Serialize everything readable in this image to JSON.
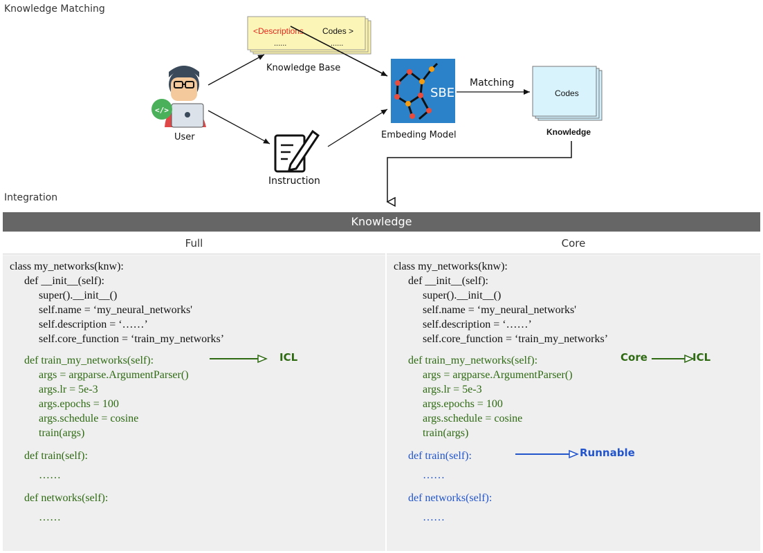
{
  "sections": {
    "matching_title": "Knowledge Matching",
    "integration_title": "Integration"
  },
  "diagram": {
    "kb_descriptions": "<Descriptions",
    "kb_codes": "Codes >",
    "kb_dots_left": "......",
    "kb_dots_right": "......",
    "kb_label": "Knowledge Base",
    "user_label": "User",
    "instruction_label": "Instruction",
    "model_text": "SBE",
    "model_label": "Embeding Model",
    "matching_label": "Matching",
    "codes_label": "Codes",
    "knowledge_label": "Knowledge"
  },
  "table": {
    "header": "Knowledge",
    "columns": [
      {
        "title": "Full",
        "lines": [
          {
            "text": "class my_networks(knw):",
            "style": "black",
            "indent": 0
          },
          {
            "text": "def __init__(self):",
            "style": "black",
            "indent": 1
          },
          {
            "text": "super().__init__()",
            "style": "black",
            "indent": 2
          },
          {
            "text": "self.name = ‘my_neural_networks'",
            "style": "black",
            "indent": 2
          },
          {
            "text": "self.description = ‘……’",
            "style": "black",
            "indent": 2
          },
          {
            "text": "self.core_function = ‘train_my_networks’",
            "style": "black",
            "indent": 2
          },
          {
            "text": "def train_my_networks(self):",
            "style": "green",
            "indent": 1
          },
          {
            "text": "args = argparse.ArgumentParser()",
            "style": "green",
            "indent": 2
          },
          {
            "text": "args.lr = 5e-3",
            "style": "green",
            "indent": 2
          },
          {
            "text": "args.epochs = 100",
            "style": "green",
            "indent": 2
          },
          {
            "text": "args.schedule = cosine",
            "style": "green",
            "indent": 2
          },
          {
            "text": "train(args)",
            "style": "green",
            "indent": 2
          },
          {
            "text": "def train(self):",
            "style": "green",
            "indent": 1
          },
          {
            "text": "……",
            "style": "green",
            "indent": 2
          },
          {
            "text": "def networks(self):",
            "style": "green",
            "indent": 1
          },
          {
            "text": "……",
            "style": "green",
            "indent": 2
          }
        ],
        "tags": [
          {
            "text": "ICL",
            "color": "#2e6a12"
          }
        ]
      },
      {
        "title": "Core",
        "lines": [
          {
            "text": "class my_networks(knw):",
            "style": "black",
            "indent": 0
          },
          {
            "text": "def __init__(self):",
            "style": "black",
            "indent": 1
          },
          {
            "text": "super().__init__()",
            "style": "black",
            "indent": 2
          },
          {
            "text": "self.name = ‘my_neural_networks'",
            "style": "black",
            "indent": 2
          },
          {
            "text": "self.description = ‘……’",
            "style": "black",
            "indent": 2
          },
          {
            "text": "self.core_function = ‘train_my_networks’",
            "style": "black",
            "indent": 2
          },
          {
            "text": "def train_my_networks(self):",
            "style": "green",
            "indent": 1
          },
          {
            "text": "args = argparse.ArgumentParser()",
            "style": "green",
            "indent": 2
          },
          {
            "text": "args.lr = 5e-3",
            "style": "green",
            "indent": 2
          },
          {
            "text": "args.epochs = 100",
            "style": "green",
            "indent": 2
          },
          {
            "text": "args.schedule = cosine",
            "style": "green",
            "indent": 2
          },
          {
            "text": "train(args)",
            "style": "green",
            "indent": 2
          },
          {
            "text": "def train(self):",
            "style": "blue",
            "indent": 1
          },
          {
            "text": "……",
            "style": "blue",
            "indent": 2
          },
          {
            "text": "def networks(self):",
            "style": "blue",
            "indent": 1
          },
          {
            "text": "……",
            "style": "blue",
            "indent": 2
          }
        ],
        "tags": [
          {
            "text": "Core",
            "color": "#2e6a12"
          },
          {
            "text": "ICL",
            "color": "#2e6a12"
          },
          {
            "text": "Runnable",
            "color": "#2255cc"
          }
        ]
      }
    ]
  },
  "colors": {
    "header_bg": "#666666",
    "body_bg": "#efefef",
    "green_code": "#2e6a12",
    "blue_code": "#2255cc",
    "model_bg": "#2b82c9",
    "codes_card": "#cdeefa",
    "kb_card": "#fbf2a8"
  }
}
